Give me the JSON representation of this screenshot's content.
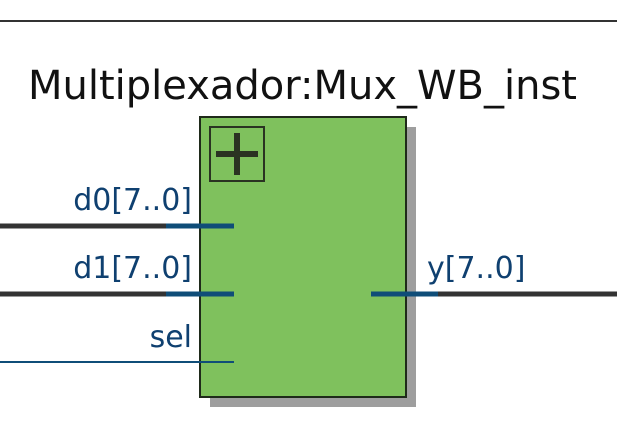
{
  "block": {
    "title": "Multiplexador:Mux_WB_inst",
    "expand_symbol": "+",
    "fill_color": "#7fc15d",
    "border_color": "#1f2a1a",
    "shadow_color": "#9e9e9e"
  },
  "ports": {
    "inputs": [
      {
        "label": "d0[7..0]"
      },
      {
        "label": "d1[7..0]"
      },
      {
        "label": "sel"
      }
    ],
    "outputs": [
      {
        "label": "y[7..0]"
      }
    ]
  },
  "colors": {
    "label_color": "#0f4070",
    "bus_wire": "#333333",
    "signal_wire": "#0f4d78",
    "top_border": "#333333"
  }
}
